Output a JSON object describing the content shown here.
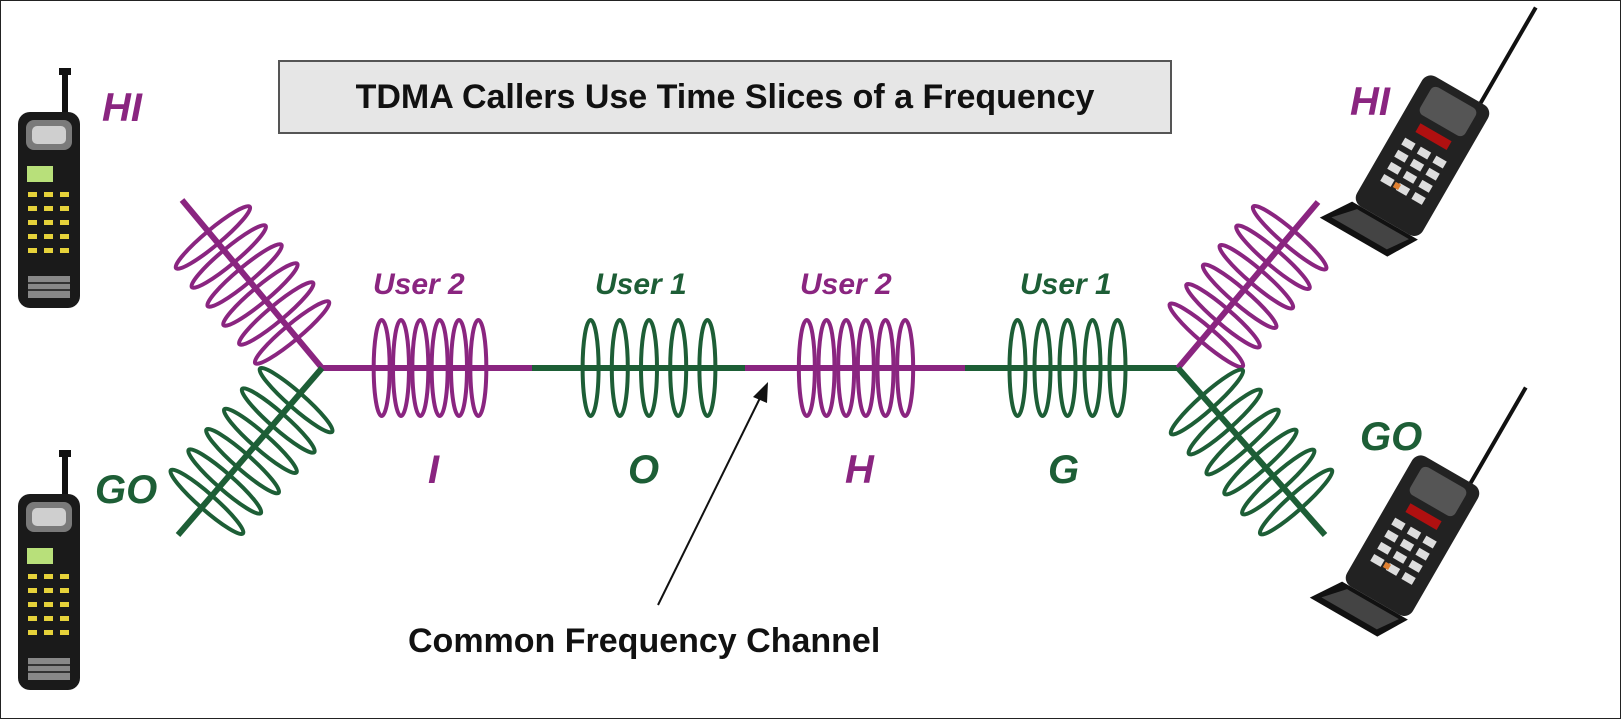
{
  "title": "TDMA Callers Use Time Slices of a Frequency",
  "caption": "Common Frequency Channel",
  "left_phones": {
    "top_message": "HI",
    "bottom_message": "GO"
  },
  "right_phones": {
    "top_message": "HI",
    "bottom_message": "GO"
  },
  "slots": [
    {
      "user": "User 2",
      "letter": "I",
      "color": "#8a2580"
    },
    {
      "user": "User 1",
      "letter": "O",
      "color": "#1d5e36"
    },
    {
      "user": "User 2",
      "letter": "H",
      "color": "#8a2580"
    },
    {
      "user": "User 1",
      "letter": "G",
      "color": "#1d5e36"
    }
  ],
  "colors": {
    "user1": "#1d5e36",
    "user2": "#8a2580"
  }
}
